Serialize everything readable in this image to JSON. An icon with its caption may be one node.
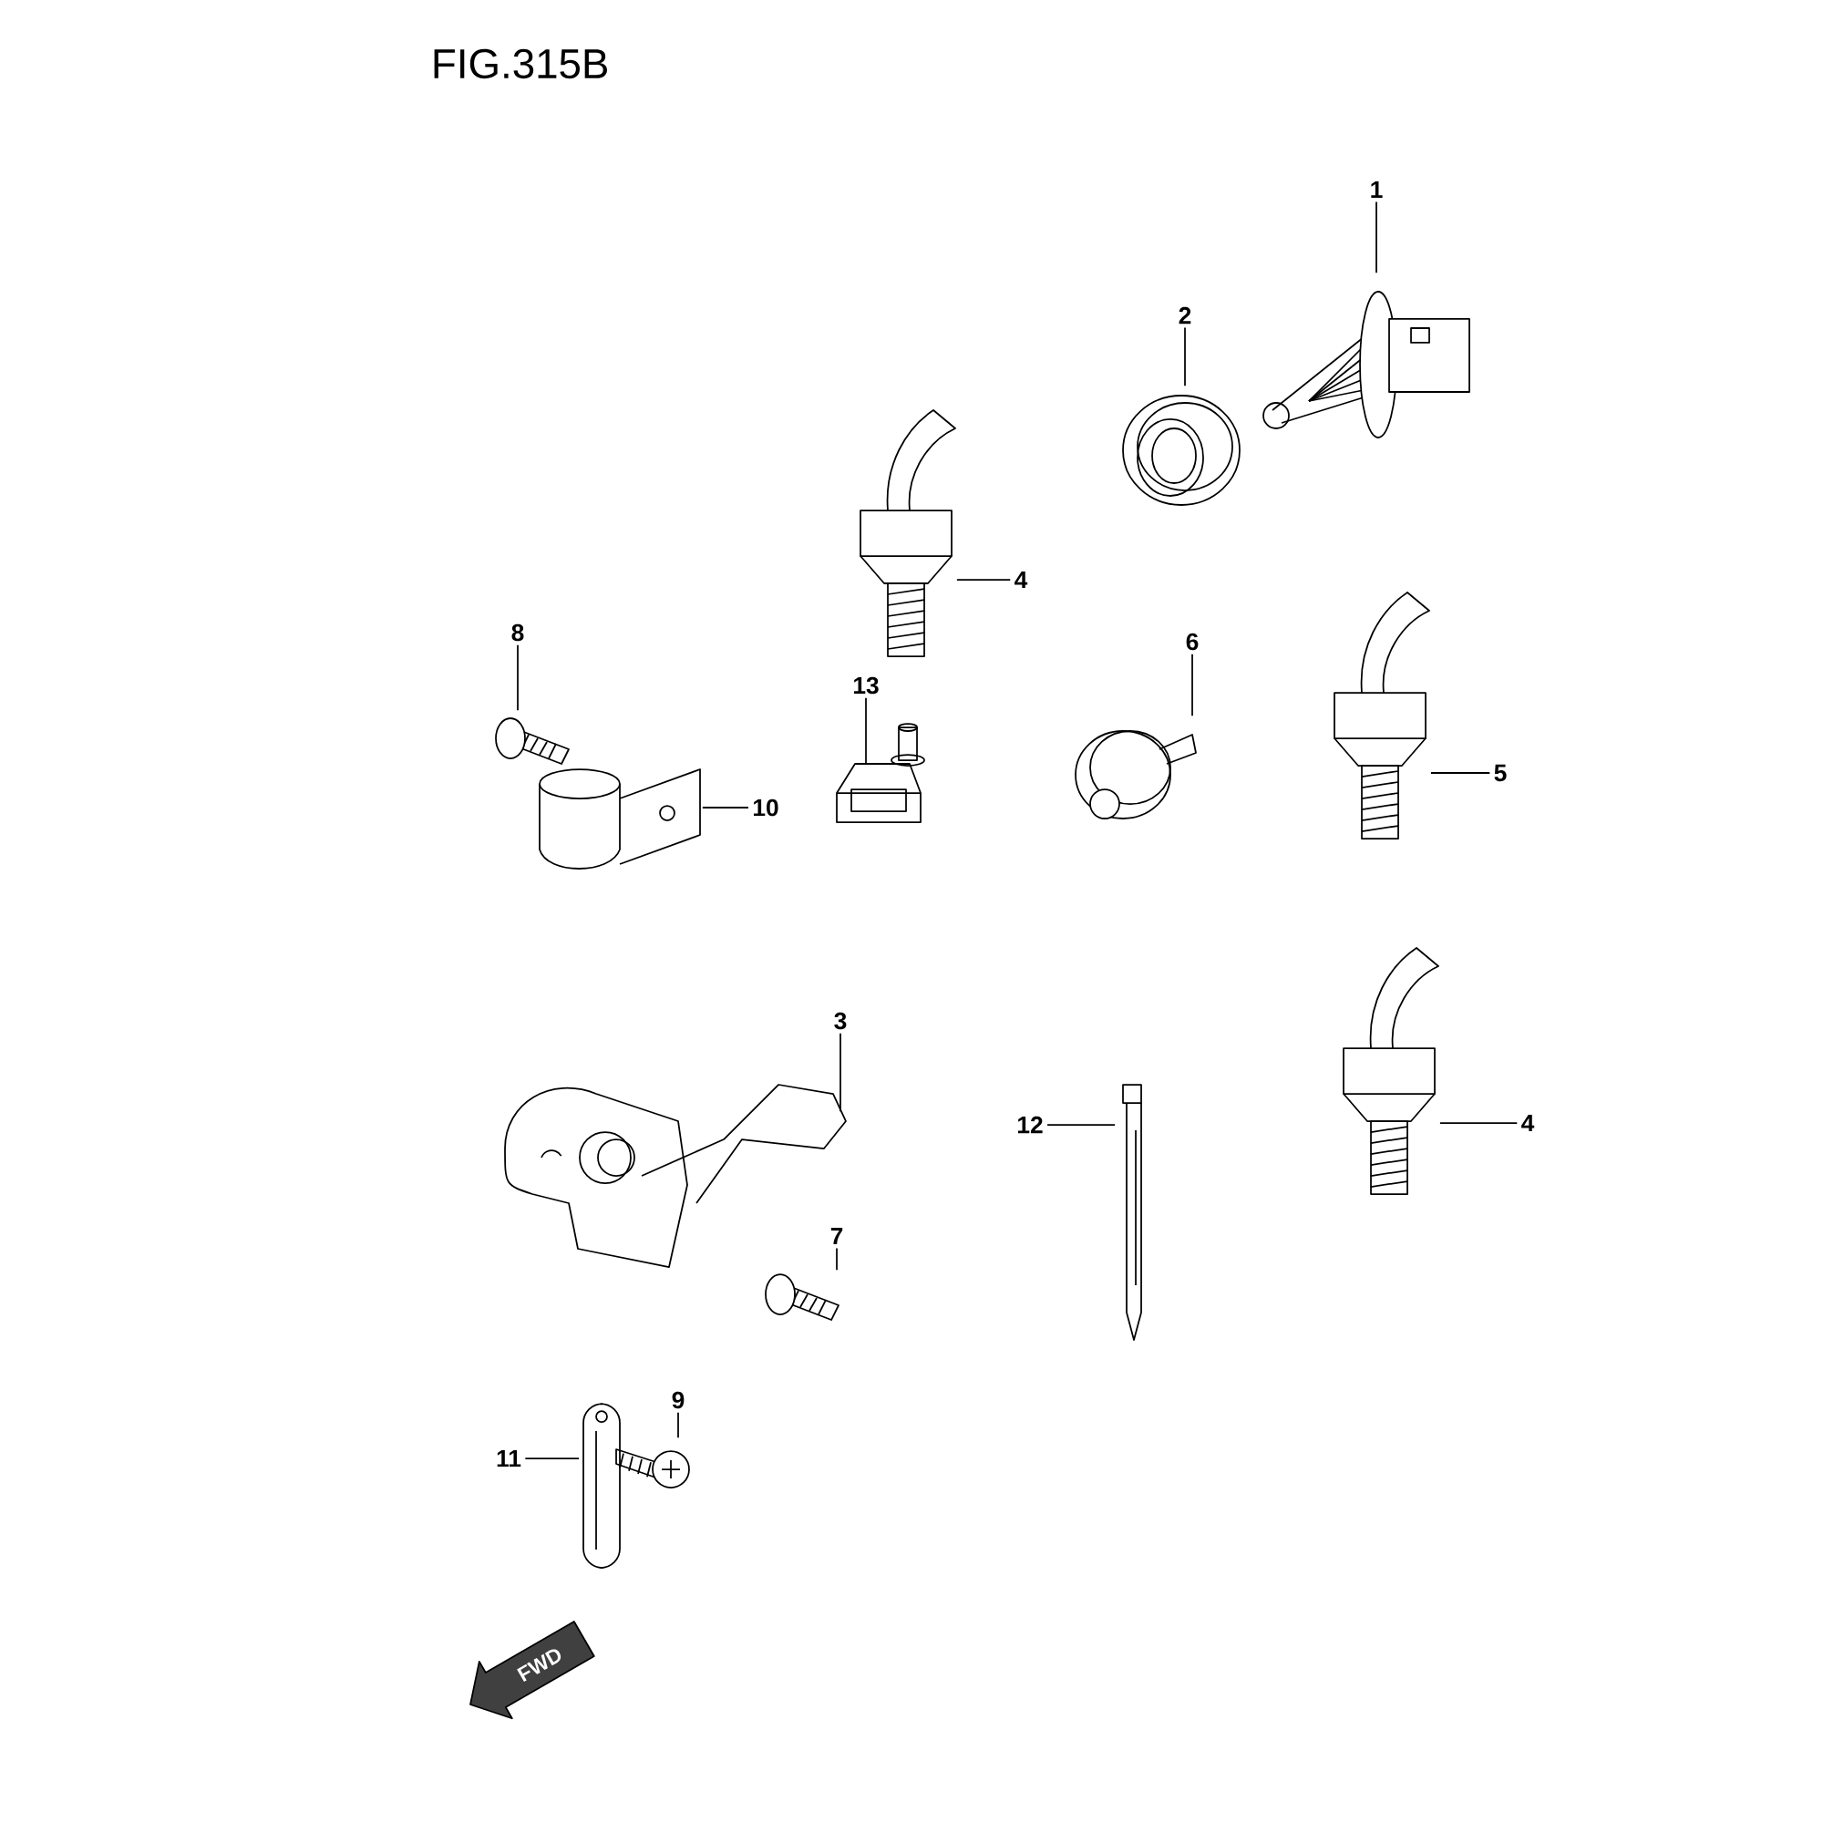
{
  "diagram": {
    "title": "FIG.315B",
    "nodes": [
      {
        "text": [
          "1"
        ]
      },
      {
        "text": [
          "2"
        ]
      },
      {
        "text": [
          "4"
        ]
      },
      {
        "text": [
          "8"
        ]
      },
      {
        "text": [
          "13"
        ]
      },
      {
        "text": [
          "6"
        ]
      },
      {
        "text": [
          "10"
        ]
      },
      {
        "text": [
          "5"
        ]
      },
      {
        "text": [
          "3"
        ]
      },
      {
        "text": [
          "12"
        ]
      },
      {
        "text": [
          "4"
        ]
      },
      {
        "text": [
          "7"
        ]
      },
      {
        "text": [
          "9"
        ]
      },
      {
        "text": [
          "11"
        ]
      },
      {
        "text": [],
        "shape": "picture"
      },
      {
        "text": [],
        "shape": "picture"
      },
      {
        "text": [],
        "shape": "picture"
      },
      {
        "text": [],
        "shape": "picture"
      },
      {
        "text": [],
        "shape": "picture"
      },
      {
        "text": [],
        "shape": "picture"
      },
      {
        "text": [],
        "shape": "picture"
      },
      {
        "text": [],
        "shape": "picture"
      },
      {
        "text": [],
        "shape": "picture"
      },
      {
        "text": [],
        "shape": "picture"
      },
      {
        "text": [],
        "shape": "picture"
      },
      {
        "text": [],
        "shape": "picture"
      },
      {
        "text": [],
        "shape": "picture"
      },
      {
        "text": [],
        "shape": "picture"
      }
    ],
    "edges": [
      {
        "from": 0,
        "to": 14,
        "arrow": "none"
      },
      {
        "from": 1,
        "to": 15,
        "arrow": "none"
      },
      {
        "from": 2,
        "to": 16,
        "arrow": "none"
      },
      {
        "from": 3,
        "to": 17,
        "arrow": "none"
      },
      {
        "from": 4,
        "to": 18,
        "arrow": "none"
      },
      {
        "from": 5,
        "to": 19,
        "arrow": "none"
      },
      {
        "from": 6,
        "to": 20,
        "arrow": "none"
      },
      {
        "from": 7,
        "to": 21,
        "arrow": "none"
      },
      {
        "from": 8,
        "to": 22,
        "arrow": "none"
      },
      {
        "from": 9,
        "to": 23,
        "arrow": "none"
      },
      {
        "from": 10,
        "to": 24,
        "arrow": "none"
      },
      {
        "from": 11,
        "to": 25,
        "arrow": "none"
      },
      {
        "from": 12,
        "to": 26,
        "arrow": "none"
      },
      {
        "from": 13,
        "to": 27,
        "arrow": "none"
      }
    ],
    "labels": [
      "FWD"
    ]
  }
}
